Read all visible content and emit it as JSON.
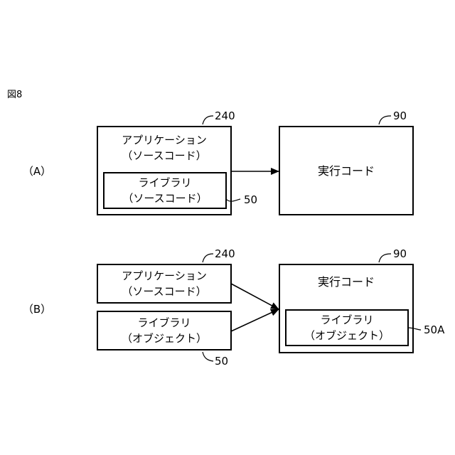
{
  "figure_label": "図8",
  "panel_a": {
    "label": "（A）",
    "app_line1": "アプリケーション",
    "app_line2": "（ソースコード）",
    "app_ref": "240",
    "lib_line1": "ライブラリ",
    "lib_line2": "（ソースコード）",
    "lib_ref": "50",
    "exec_label": "実行コード",
    "exec_ref": "90"
  },
  "panel_b": {
    "label": "（B）",
    "app_line1": "アプリケーション",
    "app_line2": "（ソースコード）",
    "app_ref": "240",
    "lib_line1": "ライブラリ",
    "lib_line2": "（オブジェクト）",
    "lib_ref": "50",
    "exec_label": "実行コード",
    "exec_ref": "90",
    "inner_lib_line1": "ライブラリ",
    "inner_lib_line2": "（オブジェクト）",
    "inner_lib_ref": "50A"
  }
}
